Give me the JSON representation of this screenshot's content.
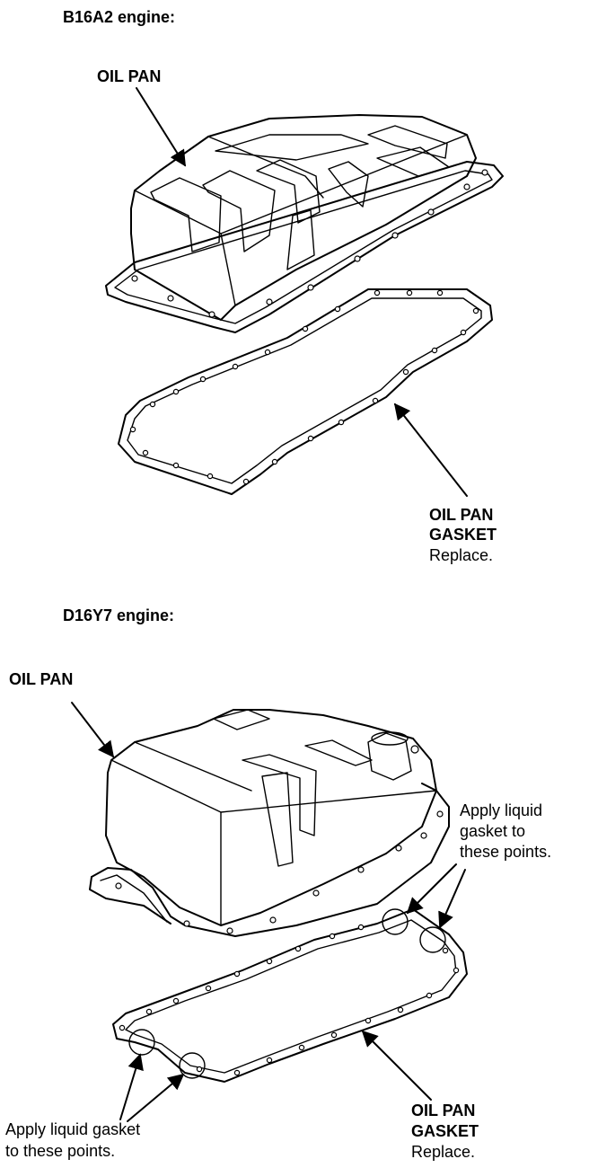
{
  "section1": {
    "title": "B16A2 engine:",
    "oil_pan_label": "OIL PAN",
    "gasket_label_line1": "OIL PAN",
    "gasket_label_line2": "GASKET",
    "gasket_note": "Replace."
  },
  "section2": {
    "title": "D16Y7 engine:",
    "oil_pan_label": "OIL PAN",
    "apply_right_line1": "Apply liquid",
    "apply_right_line2": "gasket to",
    "apply_right_line3": "these points.",
    "gasket_label_line1": "OIL PAN",
    "gasket_label_line2": "GASKET",
    "gasket_note": "Replace.",
    "apply_left_line1": "Apply liquid gasket",
    "apply_left_line2": "to these points."
  }
}
